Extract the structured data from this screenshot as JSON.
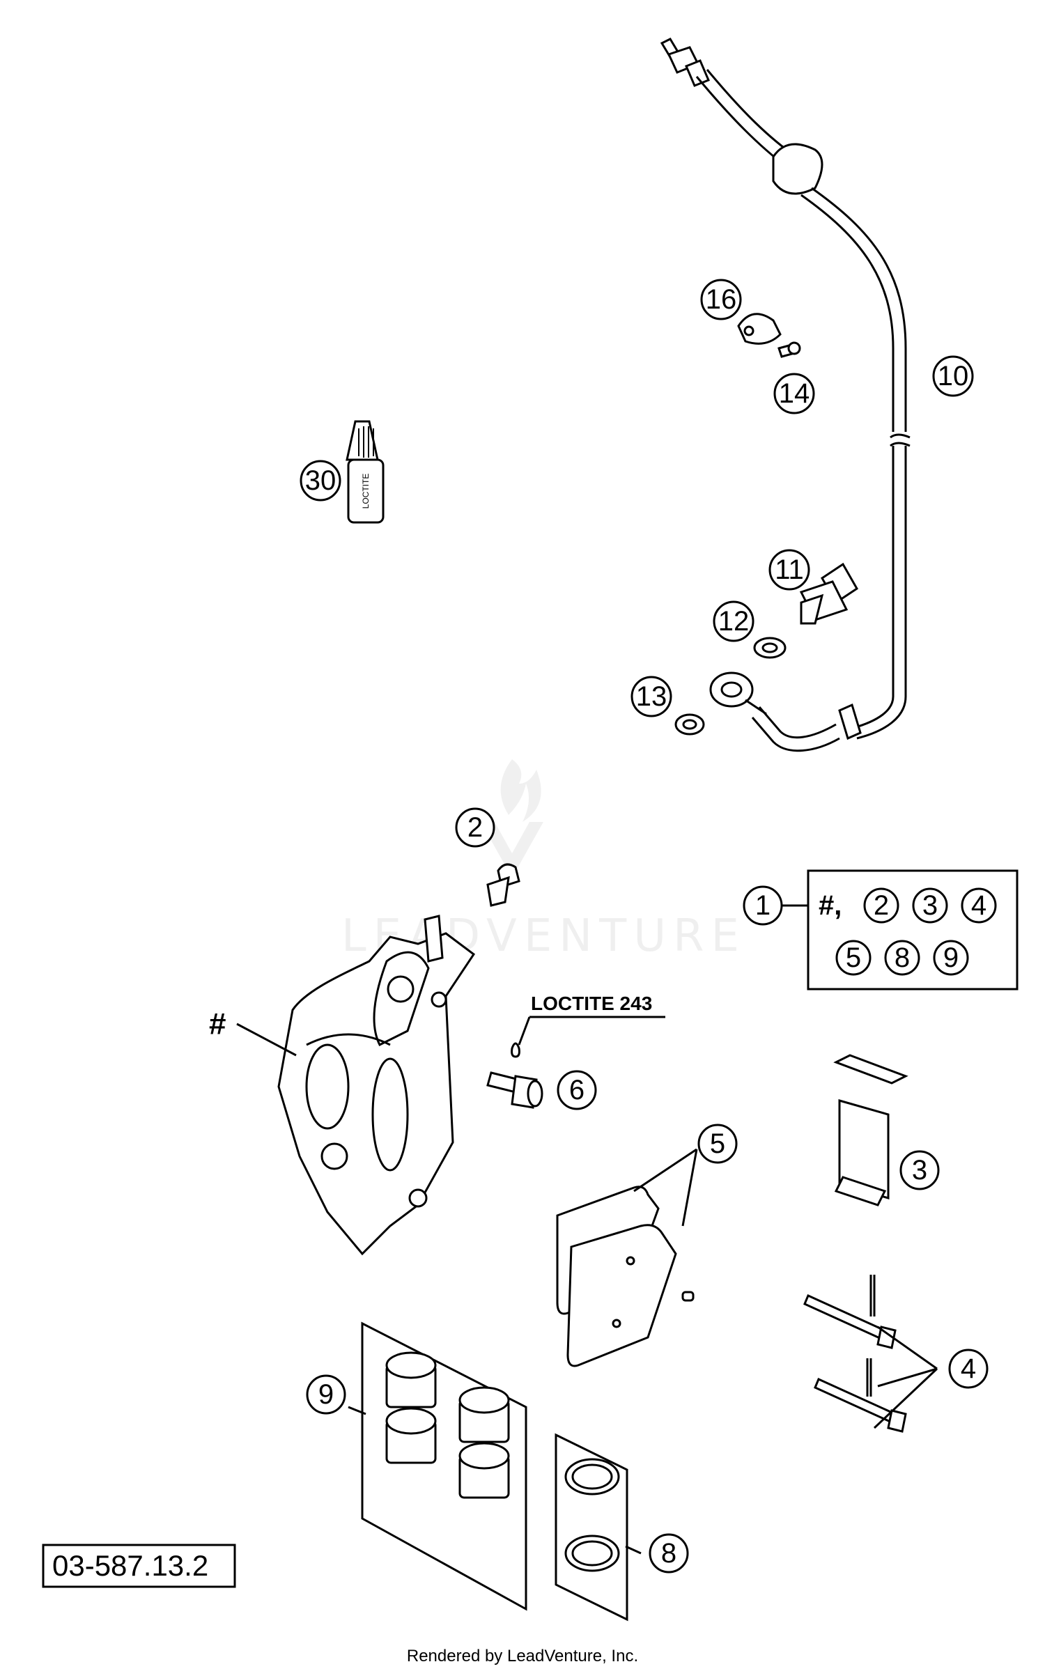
{
  "callouts": {
    "c1": "1",
    "c2": "2",
    "c3": "3",
    "c4": "4",
    "c5": "5",
    "c6": "6",
    "c8": "8",
    "c9": "9",
    "c10": "10",
    "c11": "11",
    "c12": "12",
    "c13": "13",
    "c14": "14",
    "c16": "16",
    "c30": "30"
  },
  "kit_box": {
    "prefix": "#,",
    "items": [
      "2",
      "3",
      "4",
      "5",
      "8",
      "9"
    ]
  },
  "labels": {
    "caliper_hash": "#",
    "loctite_note": "LOCTITE 243",
    "tube_text": "LOCTITE"
  },
  "watermark": "LEADVENTURE",
  "diagram_code": "03-587.13.2",
  "footer": "Rendered by LeadVenture, Inc."
}
